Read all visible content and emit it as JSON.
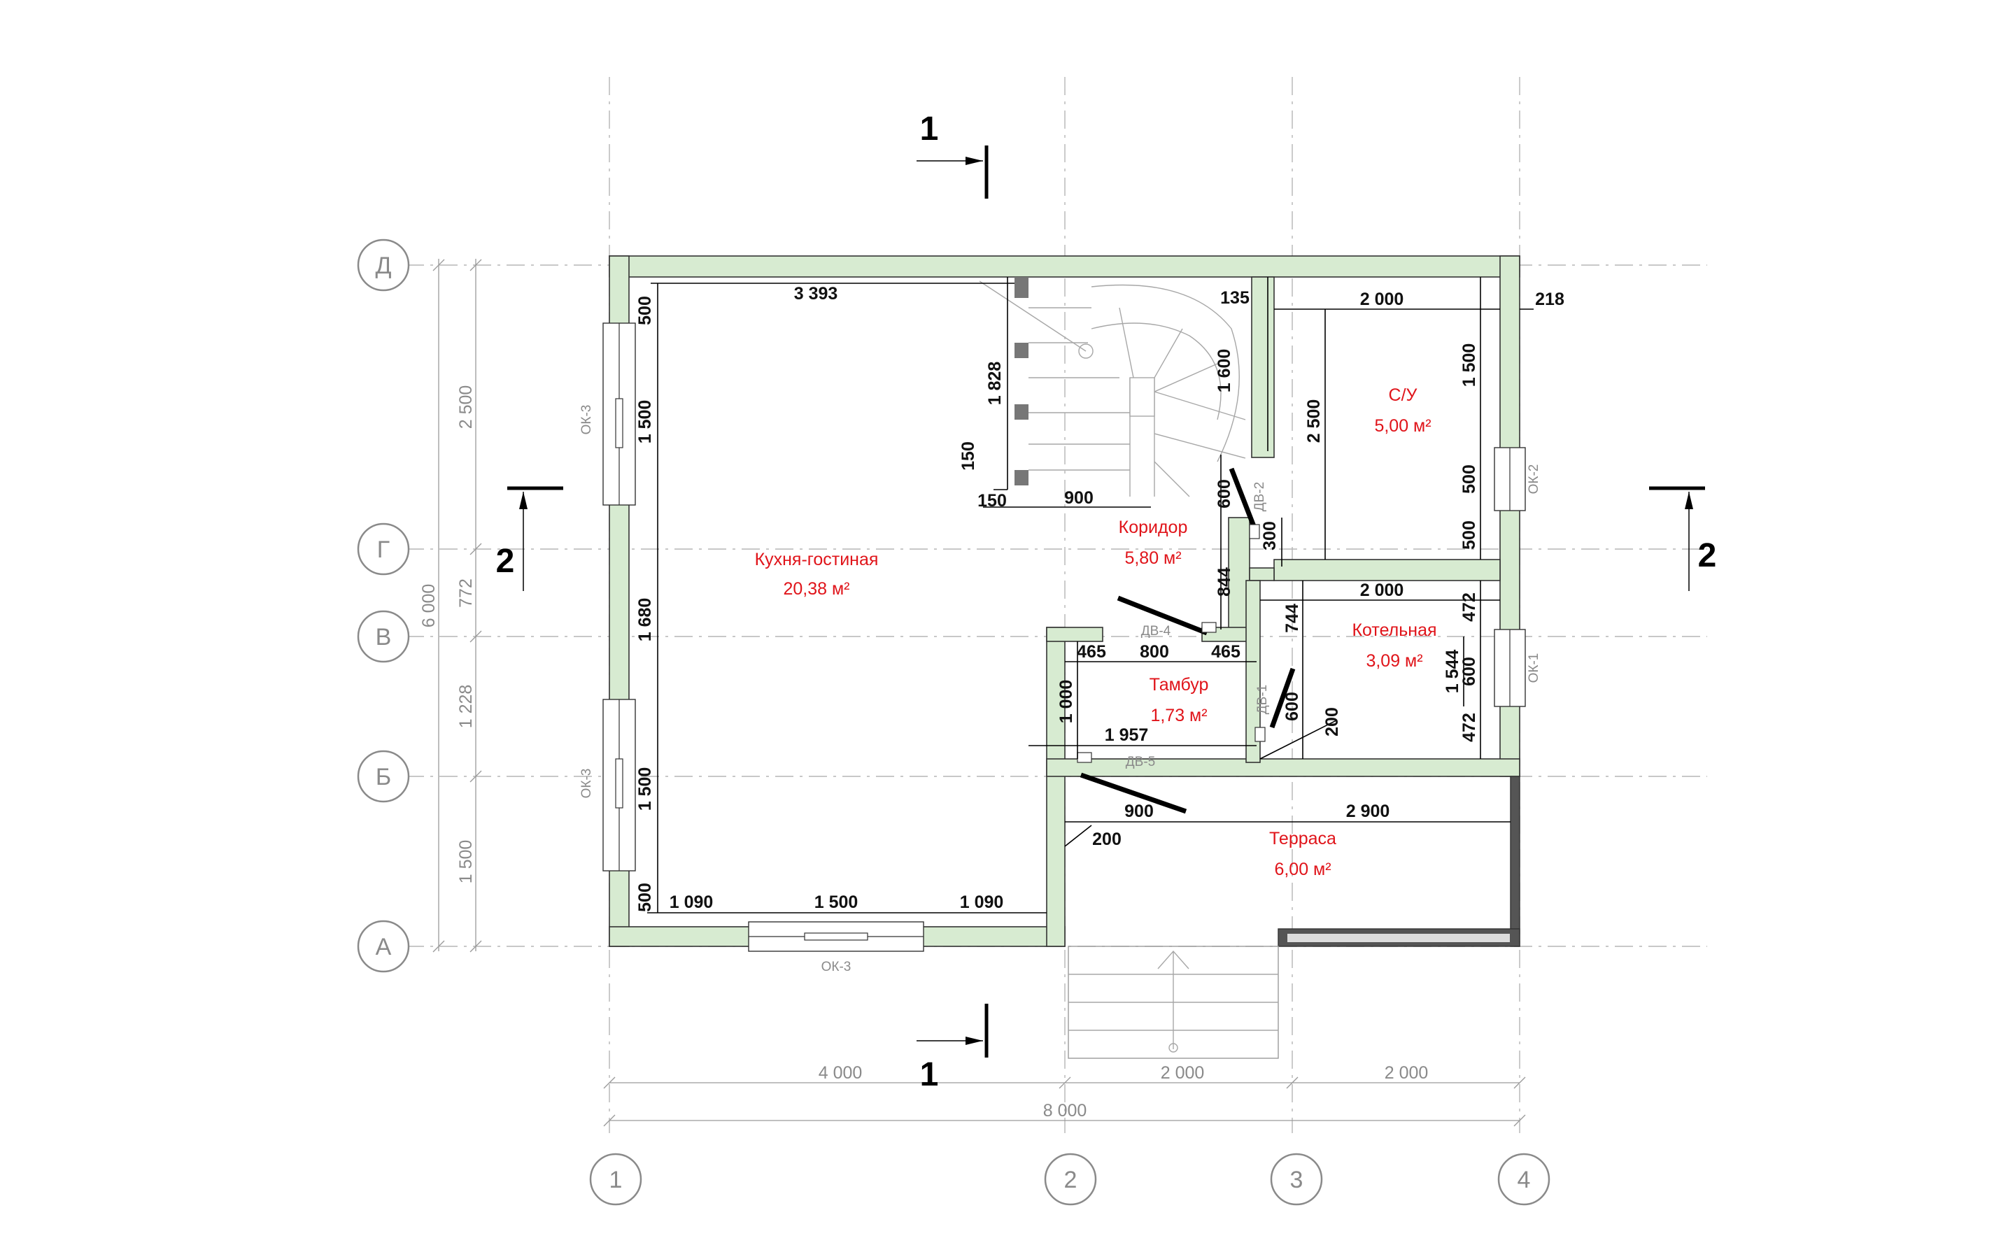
{
  "axes": {
    "vertical": [
      "1",
      "2",
      "3",
      "4"
    ],
    "horizontal": [
      "Д",
      "Г",
      "В",
      "Б",
      "А"
    ]
  },
  "sections": {
    "s1": "1",
    "s2": "2"
  },
  "rooms": [
    {
      "name": "Кухня-гостиная",
      "area": "20,38 м²"
    },
    {
      "name": "Коридор",
      "area": "5,80 м²"
    },
    {
      "name": "С/У",
      "area": "5,00 м²"
    },
    {
      "name": "Котельная",
      "area": "3,09 м²"
    },
    {
      "name": "Тамбур",
      "area": "1,73 м²"
    },
    {
      "name": "Терраса",
      "area": "6,00 м²"
    }
  ],
  "marks": {
    "ok3": "ОК-3",
    "ok2": "ОК-2",
    "ok1": "ОК-1",
    "dv1": "ДВ-1",
    "dv2": "ДВ-2",
    "dv4": "ДВ-4",
    "dv5": "ДВ-5"
  },
  "dims": {
    "bottom": [
      "4 000",
      "2 000",
      "2 000"
    ],
    "total": "8 000",
    "left": [
      "2 500",
      "772",
      "1 228",
      "1 500"
    ],
    "left_total": "6 000",
    "kitchen_top": "3 393",
    "kitchen_side": [
      "500",
      "1 500",
      "1 680",
      "1 500",
      "500"
    ],
    "kitchen_bottom": [
      "1 090",
      "1 500",
      "1 090"
    ],
    "stair": [
      "1 828",
      "150",
      "150",
      "900"
    ],
    "corridor": [
      "135",
      "1 600",
      "600",
      "844",
      "300"
    ],
    "su": [
      "2 000",
      "2 500",
      "1 500",
      "500",
      "500",
      "218"
    ],
    "boiler": [
      "2 000",
      "744",
      "472",
      "600",
      "1 544",
      "472",
      "600",
      "200"
    ],
    "vestibule": [
      "465",
      "800",
      "465",
      "1 000",
      "1 957"
    ],
    "terrace": [
      "900",
      "2 900",
      "200"
    ]
  }
}
